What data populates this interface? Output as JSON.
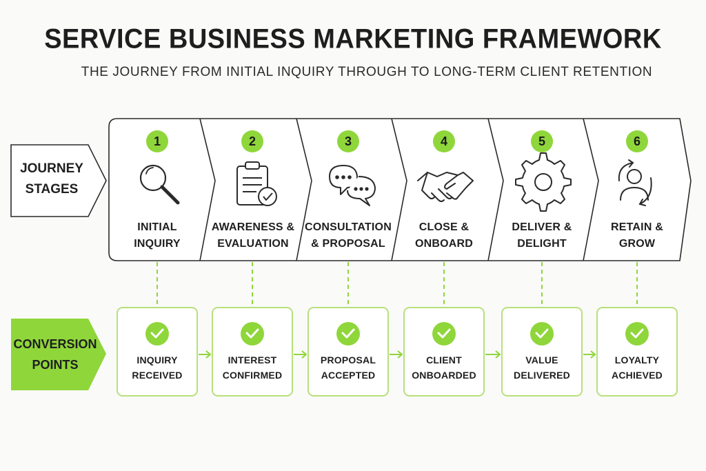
{
  "header": {
    "title": "SERVICE BUSINESS MARKETING FRAMEWORK",
    "subtitle": "THE JOURNEY FROM INITIAL INQUIRY THROUGH TO LONG-TERM CLIENT RETENTION"
  },
  "side": {
    "journey_line1": "JOURNEY",
    "journey_line2": "STAGES",
    "conversion_line1": "CONVERSION",
    "conversion_line2": "POINTS"
  },
  "stages": [
    {
      "number": "1",
      "line1": "INITIAL",
      "line2": "INQUIRY",
      "icon": "magnifier-icon"
    },
    {
      "number": "2",
      "line1": "AWARENESS &",
      "line2": "EVALUATION",
      "icon": "clipboard-check-icon"
    },
    {
      "number": "3",
      "line1": "CONSULTATION",
      "line2": "& PROPOSAL",
      "icon": "chat-bubbles-icon"
    },
    {
      "number": "4",
      "line1": "CLOSE &",
      "line2": "ONBOARD",
      "icon": "handshake-icon"
    },
    {
      "number": "5",
      "line1": "DELIVER &",
      "line2": "DELIGHT",
      "icon": "gear-icon"
    },
    {
      "number": "6",
      "line1": "RETAIN &",
      "line2": "GROW",
      "icon": "person-cycle-icon"
    }
  ],
  "conversions": [
    {
      "line1": "INQUIRY",
      "line2": "RECEIVED"
    },
    {
      "line1": "INTEREST",
      "line2": "CONFIRMED"
    },
    {
      "line1": "PROPOSAL",
      "line2": "ACCEPTED"
    },
    {
      "line1": "CLIENT",
      "line2": "ONBOARDED"
    },
    {
      "line1": "VALUE",
      "line2": "DELIVERED"
    },
    {
      "line1": "LOYALTY",
      "line2": "ACHIEVED"
    }
  ],
  "colors": {
    "accent": "#8fd63b",
    "outline": "#2a2a2a",
    "box_border": "#b8e07a"
  }
}
